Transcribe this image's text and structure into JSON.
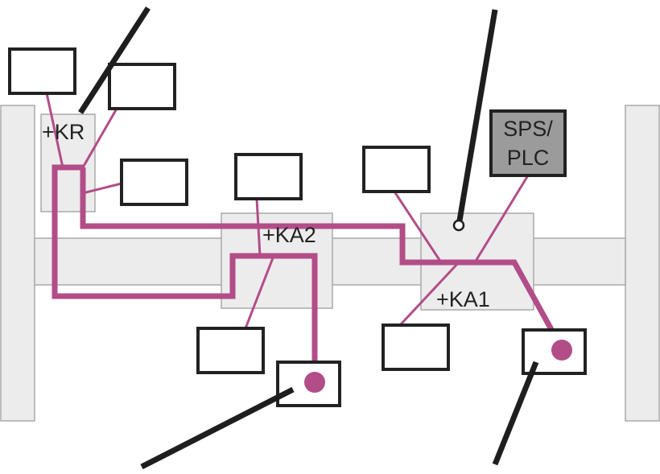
{
  "colors": {
    "frame_fill": "#ececec",
    "frame_stroke": "#aaaaaa",
    "cable": "#b24d88",
    "callout": "#1e1e1e",
    "box_stroke": "#222222",
    "plc_fill": "#9b9b9b"
  },
  "labels": {
    "kr": "+KR",
    "ka2": "+KA2",
    "ka1": "+KA1",
    "plc_line1": "SPS/",
    "plc_line2": "PLC"
  }
}
